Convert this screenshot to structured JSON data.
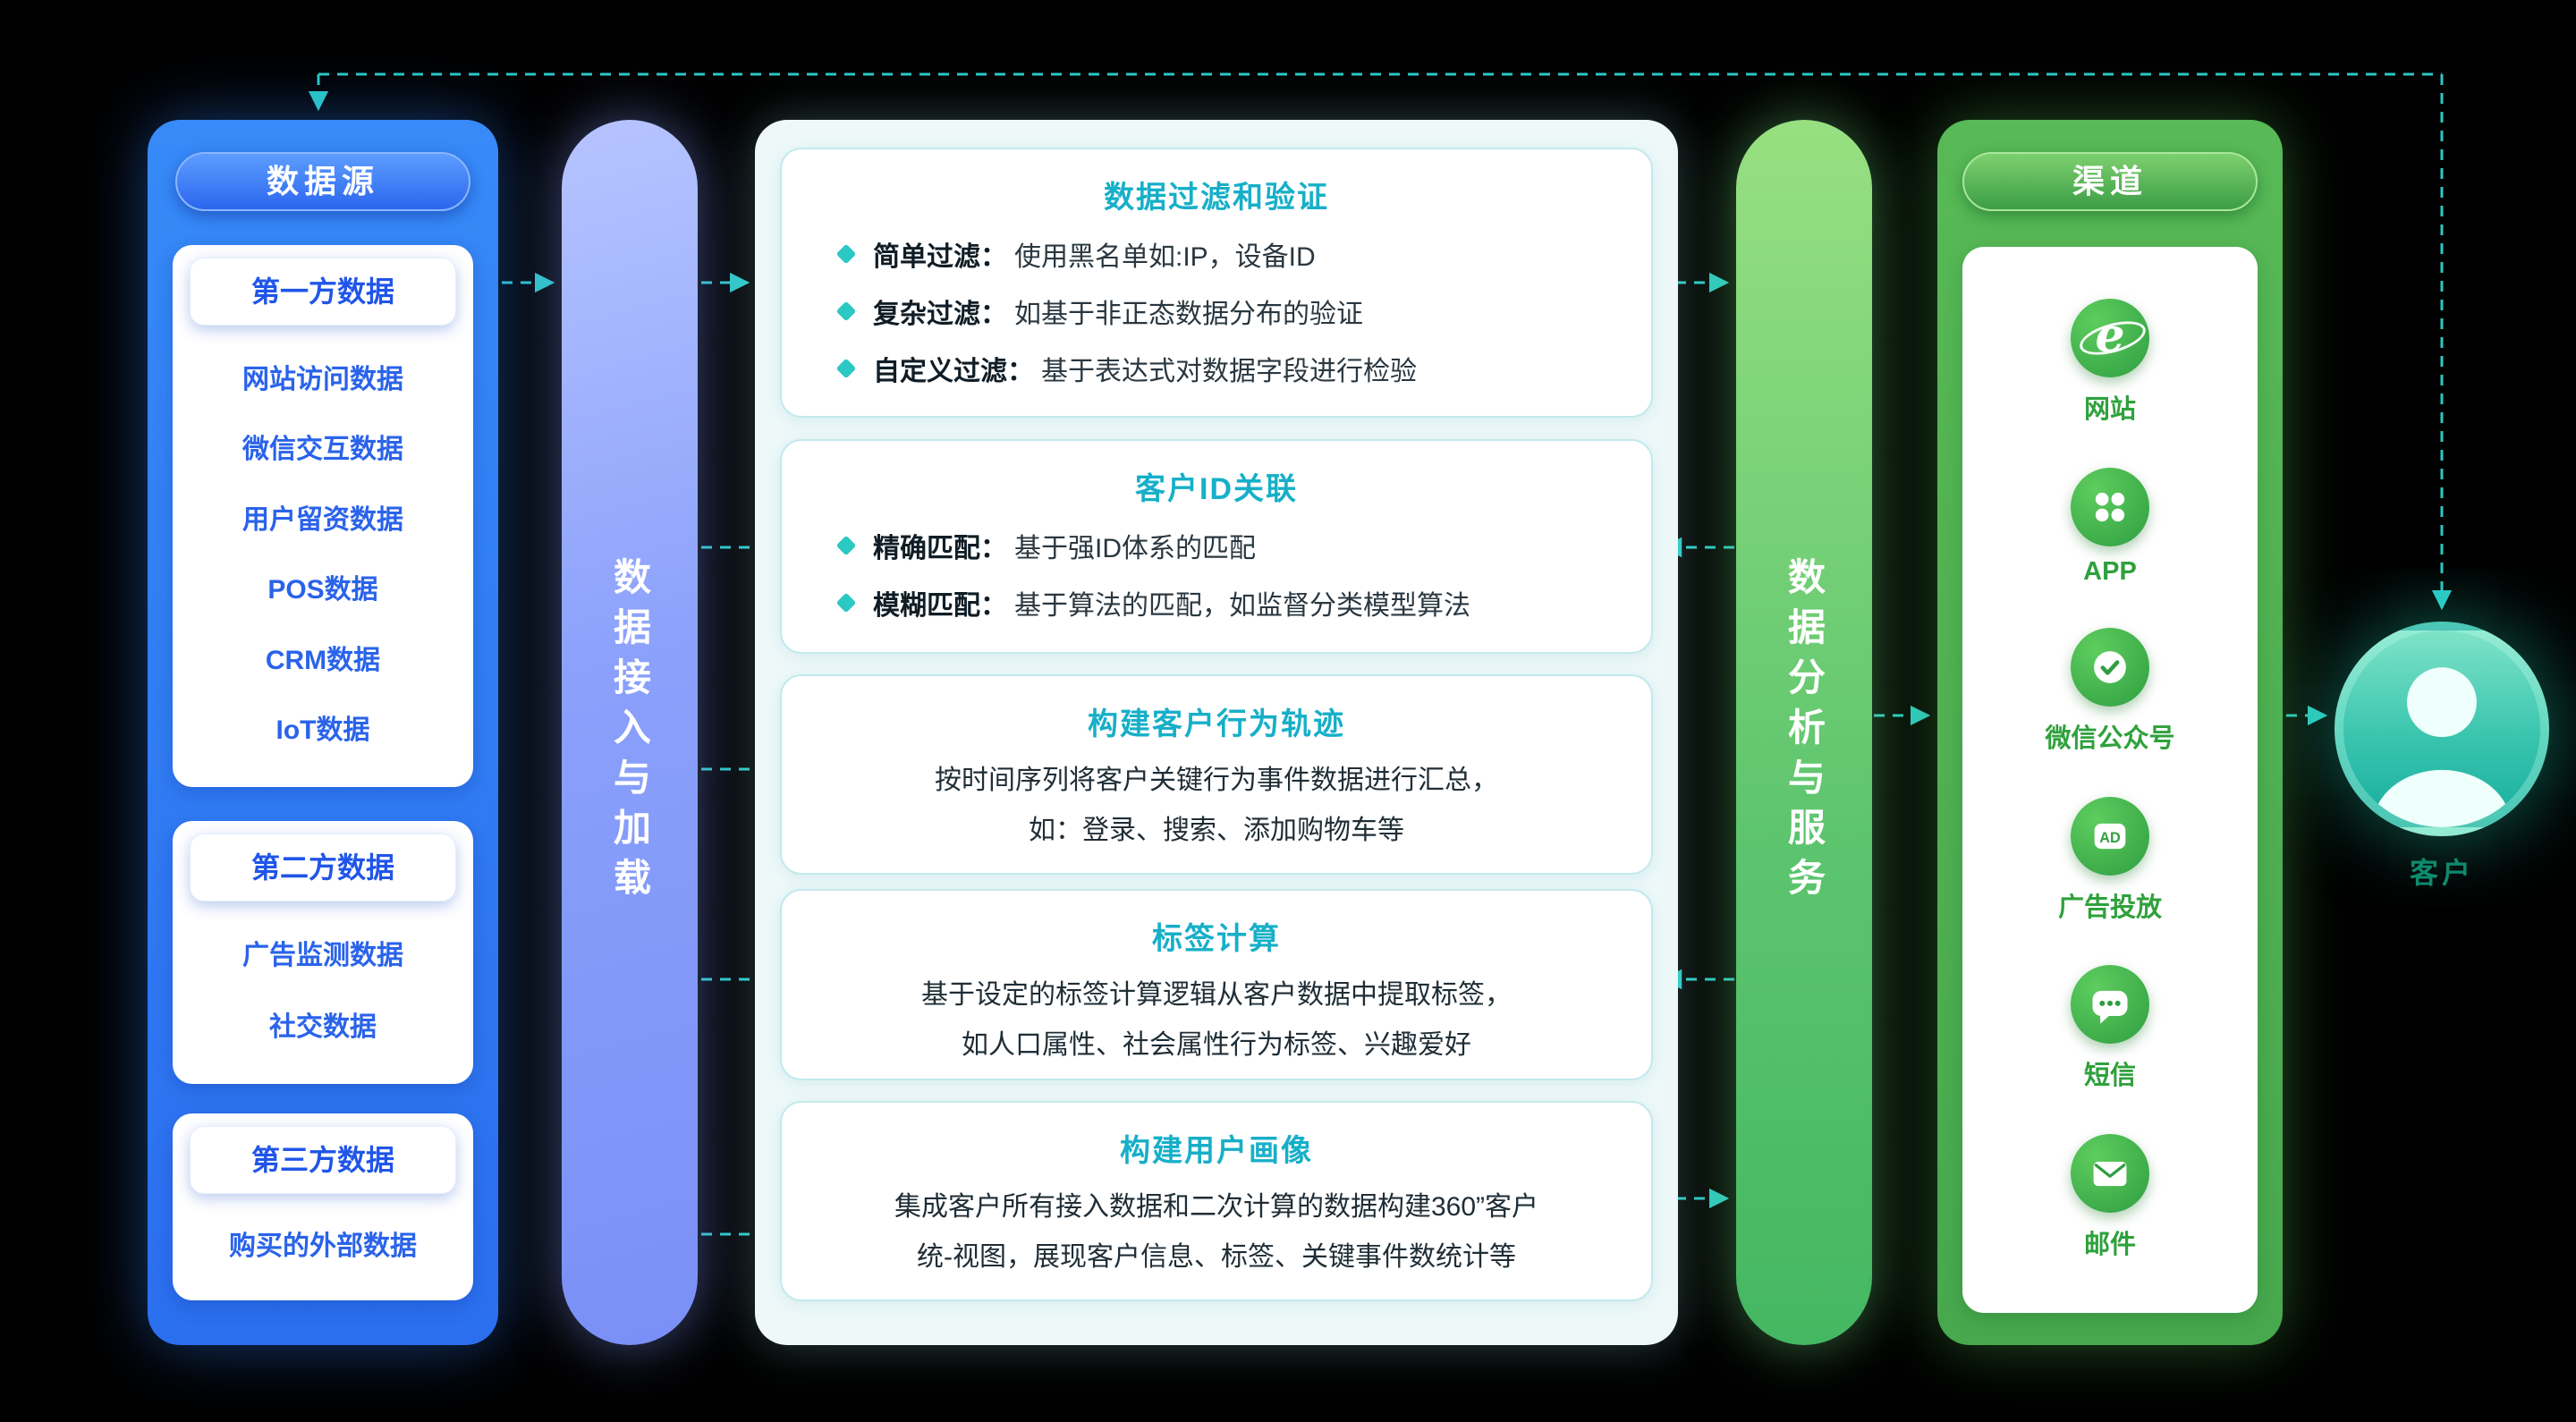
{
  "colors": {
    "accent_teal": "#2BC8C4",
    "heading_teal": "#17AFC8",
    "source_blue": "#2E78F3",
    "source_text_blue": "#2A63EA",
    "ingest_bar_blue": "#8AA0FB",
    "analysis_green": "#5CC46E",
    "channel_green": "#51AE50",
    "icon_green": "#2F9E41",
    "customer_teal": "#2BBFA9"
  },
  "data_sources": {
    "title": "数据源",
    "groups": [
      {
        "title": "第一方数据",
        "items": [
          "网站访问数据",
          "微信交互数据",
          "用户留资数据",
          "POS数据",
          "CRM数据",
          "IoT数据"
        ]
      },
      {
        "title": "第二方数据",
        "items": [
          "广告监测数据",
          "社交数据"
        ]
      },
      {
        "title": "第三方数据",
        "items": [
          "购买的外部数据"
        ]
      }
    ]
  },
  "ingest_bar": {
    "label": "数据接入与加载"
  },
  "processing": {
    "cards": [
      {
        "title": "数据过滤和验证",
        "bullets": [
          {
            "label": "简单过滤：",
            "text": "使用黑名单如:IP，设备ID"
          },
          {
            "label": "复杂过滤：",
            "text": "如基于非正态数据分布的验证"
          },
          {
            "label": "自定义过滤：",
            "text": "基于表达式对数据字段进行检验"
          }
        ]
      },
      {
        "title": "客户ID关联",
        "bullets": [
          {
            "label": "精确匹配：",
            "text": "基于强ID体系的匹配"
          },
          {
            "label": "模糊匹配：",
            "text": "基于算法的匹配，如监督分类模型算法"
          }
        ]
      },
      {
        "title": "构建客户行为轨迹",
        "lines": [
          "按时间序列将客户关键行为事件数据进行汇总，",
          "如：登录、搜索、添加购物车等"
        ]
      },
      {
        "title": "标签计算",
        "lines": [
          "基于设定的标签计算逻辑从客户数据中提取标签，",
          "如人口属性、社会属性行为标签、兴趣爱好"
        ]
      },
      {
        "title": "构建用户画像",
        "lines": [
          "集成客户所有接入数据和二次计算的数据构建360”客户",
          "统-视图，展现客户信息、标签、关键事件数统计等"
        ]
      }
    ]
  },
  "analysis_bar": {
    "label": "数据分析与服务"
  },
  "channels": {
    "title": "渠道",
    "items": [
      {
        "icon": "browser-icon",
        "glyph": "e",
        "label": "网站"
      },
      {
        "icon": "app-grid-icon",
        "label": "APP"
      },
      {
        "icon": "official-account-badge-icon",
        "label": "微信公众号"
      },
      {
        "icon": "ad-icon",
        "badge": "AD",
        "label": "广告投放"
      },
      {
        "icon": "sms-bubble-icon",
        "label": "短信"
      },
      {
        "icon": "mail-icon",
        "label": "邮件"
      }
    ]
  },
  "customer": {
    "label": "客户"
  }
}
